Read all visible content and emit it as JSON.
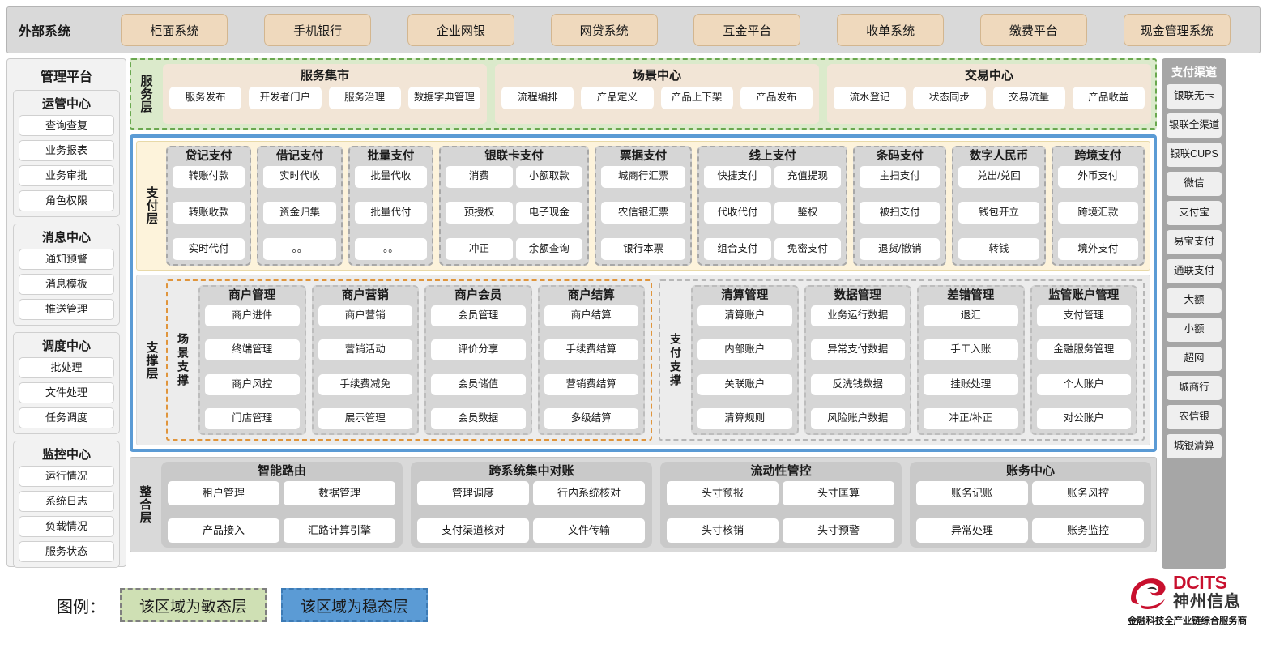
{
  "external": {
    "title": "外部系统",
    "items": [
      "柜面系统",
      "手机银行",
      "企业网银",
      "网贷系统",
      "互金平台",
      "收单系统",
      "缴费平台",
      "现金管理系统"
    ]
  },
  "management": {
    "title": "管理平台",
    "groups": [
      {
        "name": "运管中心",
        "items": [
          "查询查复",
          "业务报表",
          "业务审批",
          "角色权限"
        ]
      },
      {
        "name": "消息中心",
        "items": [
          "通知预警",
          "消息模板",
          "推送管理"
        ]
      },
      {
        "name": "调度中心",
        "items": [
          "批处理",
          "文件处理",
          "任务调度"
        ]
      },
      {
        "name": "监控中心",
        "items": [
          "运行情况",
          "系统日志",
          "负载情况",
          "服务状态"
        ]
      }
    ]
  },
  "channels": {
    "title": "支付渠道",
    "items": [
      "银联无卡",
      "银联全渠道",
      "银联CUPS",
      "微信",
      "支付宝",
      "易宝支付",
      "通联支付",
      "大额",
      "小额",
      "超网",
      "城商行",
      "农信银",
      "城银清算"
    ]
  },
  "service_layer": {
    "label": "服务层",
    "cards": [
      {
        "title": "服务集市",
        "items": [
          "服务发布",
          "开发者门户",
          "服务治理",
          "数据字典管理"
        ]
      },
      {
        "title": "场景中心",
        "items": [
          "流程编排",
          "产品定义",
          "产品上下架",
          "产品发布"
        ]
      },
      {
        "title": "交易中心",
        "items": [
          "流水登记",
          "状态同步",
          "交易流量",
          "产品收益"
        ]
      }
    ]
  },
  "payment_layer": {
    "label": "支付层",
    "columns": [
      {
        "title": "贷记支付",
        "cols": 1,
        "width": 90,
        "items": [
          "转账付款",
          "转账收款",
          "实时代付"
        ]
      },
      {
        "title": "借记支付",
        "cols": 1,
        "width": 90,
        "items": [
          "实时代收",
          "资金归集",
          "。。"
        ]
      },
      {
        "title": "批量支付",
        "cols": 1,
        "width": 90,
        "items": [
          "批量代收",
          "批量代付",
          "。。"
        ]
      },
      {
        "title": "银联卡支付",
        "cols": 2,
        "width": 170,
        "items": [
          "消费",
          "小额取款",
          "预授权",
          "电子现金",
          "冲正",
          "余额查询"
        ]
      },
      {
        "title": "票据支付",
        "cols": 1,
        "width": 105,
        "items": [
          "城商行汇票",
          "农信银汇票",
          "银行本票"
        ]
      },
      {
        "title": "线上支付",
        "cols": 2,
        "width": 170,
        "items": [
          "快捷支付",
          "充值提现",
          "代收代付",
          "鉴权",
          "组合支付",
          "免密支付"
        ]
      },
      {
        "title": "条码支付",
        "cols": 1,
        "width": 100,
        "items": [
          "主扫支付",
          "被扫支付",
          "退货/撤销"
        ]
      },
      {
        "title": "数字人民币",
        "cols": 1,
        "width": 100,
        "items": [
          "兑出/兑回",
          "钱包开立",
          "转钱"
        ]
      },
      {
        "title": "跨境支付",
        "cols": 1,
        "width": 100,
        "items": [
          "外币支付",
          "跨境汇款",
          "境外支付"
        ]
      }
    ]
  },
  "support_layer": {
    "label": "支撑层",
    "zones": [
      {
        "label": "场景支撑",
        "columns": [
          {
            "title": "商户管理",
            "items": [
              "商户进件",
              "终端管理",
              "商户风控",
              "门店管理"
            ]
          },
          {
            "title": "商户营销",
            "items": [
              "商户营销",
              "营销活动",
              "手续费减免",
              "展示管理"
            ]
          },
          {
            "title": "商户会员",
            "items": [
              "会员管理",
              "评价分享",
              "会员储值",
              "会员数据"
            ]
          },
          {
            "title": "商户结算",
            "items": [
              "商户结算",
              "手续费结算",
              "营销费结算",
              "多级结算"
            ]
          }
        ]
      },
      {
        "label": "支付支撑",
        "columns": [
          {
            "title": "清算管理",
            "items": [
              "清算账户",
              "内部账户",
              "关联账户",
              "清算规则"
            ]
          },
          {
            "title": "数据管理",
            "items": [
              "业务运行数据",
              "异常支付数据",
              "反洗钱数据",
              "风险账户数据"
            ]
          },
          {
            "title": "差错管理",
            "items": [
              "退汇",
              "手工入账",
              "挂账处理",
              "冲正/补正"
            ]
          },
          {
            "title": "监管账户管理",
            "items": [
              "支付管理",
              "金融服务管理",
              "个人账户",
              "对公账户"
            ]
          }
        ]
      }
    ]
  },
  "integration_layer": {
    "label": "整合层",
    "cards": [
      {
        "title": "智能路由",
        "items": [
          "租户管理",
          "数据管理",
          "产品接入",
          "汇路计算引擎"
        ]
      },
      {
        "title": "跨系统集中对账",
        "items": [
          "管理调度",
          "行内系统核对",
          "支付渠道核对",
          "文件传输"
        ]
      },
      {
        "title": "流动性管控",
        "items": [
          "头寸预报",
          "头寸匡算",
          "头寸核销",
          "头寸预警"
        ]
      },
      {
        "title": "账务中心",
        "items": [
          "账务记账",
          "账务风控",
          "异常处理",
          "账务监控"
        ]
      }
    ]
  },
  "legend": {
    "label": "图例：",
    "agile_text": "该区域为敏态层",
    "stable_text": "该区域为稳态层",
    "agile_color": "#cfe0b4",
    "stable_color": "#5b9bd5"
  },
  "logo": {
    "brand_en": "DCITS",
    "brand_cn": "神州信息",
    "tagline": "金融科技全产业链综合服务商",
    "accent_color": "#c8102e"
  }
}
